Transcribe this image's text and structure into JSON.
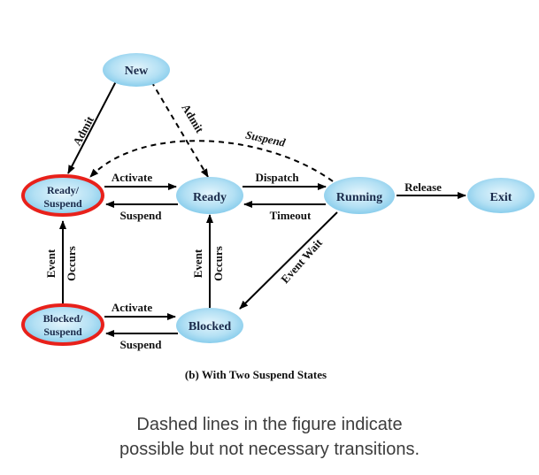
{
  "nodes": {
    "new": "New",
    "ready_suspend": [
      "Ready/",
      "Suspend"
    ],
    "ready": "Ready",
    "running": "Running",
    "exit": "Exit",
    "blocked_suspend": [
      "Blocked/",
      "Suspend"
    ],
    "blocked": "Blocked"
  },
  "edges": {
    "admit_left": "Admit",
    "admit_dashed": "Admit",
    "suspend_dashed": "Suspend",
    "activate_top": "Activate",
    "suspend_top": "Suspend",
    "dispatch": "Dispatch",
    "timeout": "Timeout",
    "release": "Release",
    "event_wait": "Event Wait",
    "event_occurs_left": [
      "Event",
      "Occurs"
    ],
    "event_occurs_mid": [
      "Event",
      "Occurs"
    ],
    "activate_bottom": "Activate",
    "suspend_bottom": "Suspend"
  },
  "caption": "(b) With Two Suspend States",
  "note": [
    "Dashed lines in the figure indicate",
    "possible but not necessary transitions."
  ],
  "colors": {
    "node_fill_center": "#d8f0fb",
    "node_fill_edge": "#7ec8ea",
    "highlight_ring": "#e8211b",
    "arrow": "#000000",
    "note_text": "#3d3d3d"
  }
}
